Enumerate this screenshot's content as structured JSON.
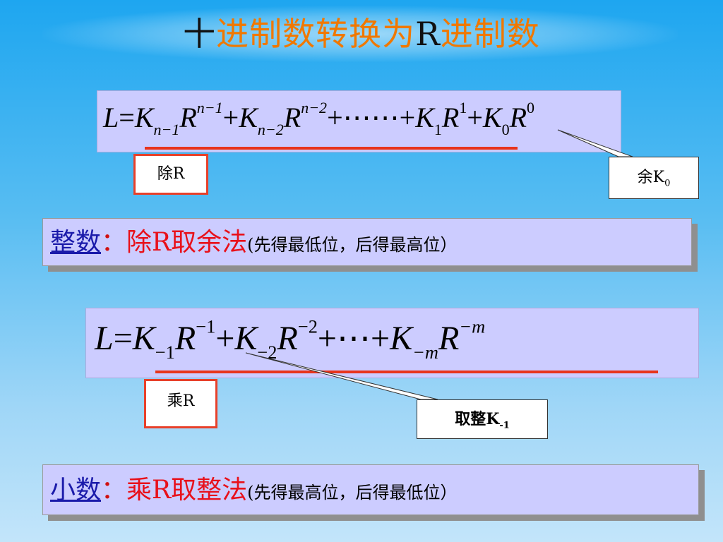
{
  "title": {
    "char1": "十",
    "part2": "进制数转换为",
    "part3": "R",
    "part4": "进制数"
  },
  "formula1": {
    "L": "L",
    "eq": "=",
    "K": "K",
    "R": "R",
    "sub_n1": "n−1",
    "sup_n1": "n−1",
    "sub_n2": "n−2",
    "sup_n2": "n−2",
    "plus": "+",
    "dots": "+⋯⋯+",
    "sub_1": "1",
    "sup_1": "1",
    "sub_0": "0",
    "sup_0": "0"
  },
  "divide_label": "除R",
  "remainder_label": "余K",
  "remainder_sub": "0",
  "integer_banner": {
    "heading": "整数",
    "colon": "：",
    "method": "除R取余法",
    "note": "(先得最低位，后得最高位）"
  },
  "formula2": {
    "L": "L",
    "eq": "=",
    "K": "K",
    "R": "R",
    "sub_1": "−1",
    "sup_1": "−1",
    "sub_2": "−2",
    "sup_2": "−2",
    "plus": "+",
    "dots": "+⋯+",
    "sub_m": "−m",
    "sup_m": "−m"
  },
  "multiply_label": "乘R",
  "integer_part_label": "取整K",
  "integer_part_sub": "-1",
  "fraction_banner": {
    "heading": "小数",
    "colon": "：",
    "method": "乘R取整法",
    "note": "(先得最高位，后得最低位）"
  },
  "colors": {
    "title_orange": "#f07800",
    "emphasis_red": "#e8101a",
    "heading_blue": "#1a1aaa",
    "panel_lavender": "#ccccff"
  }
}
